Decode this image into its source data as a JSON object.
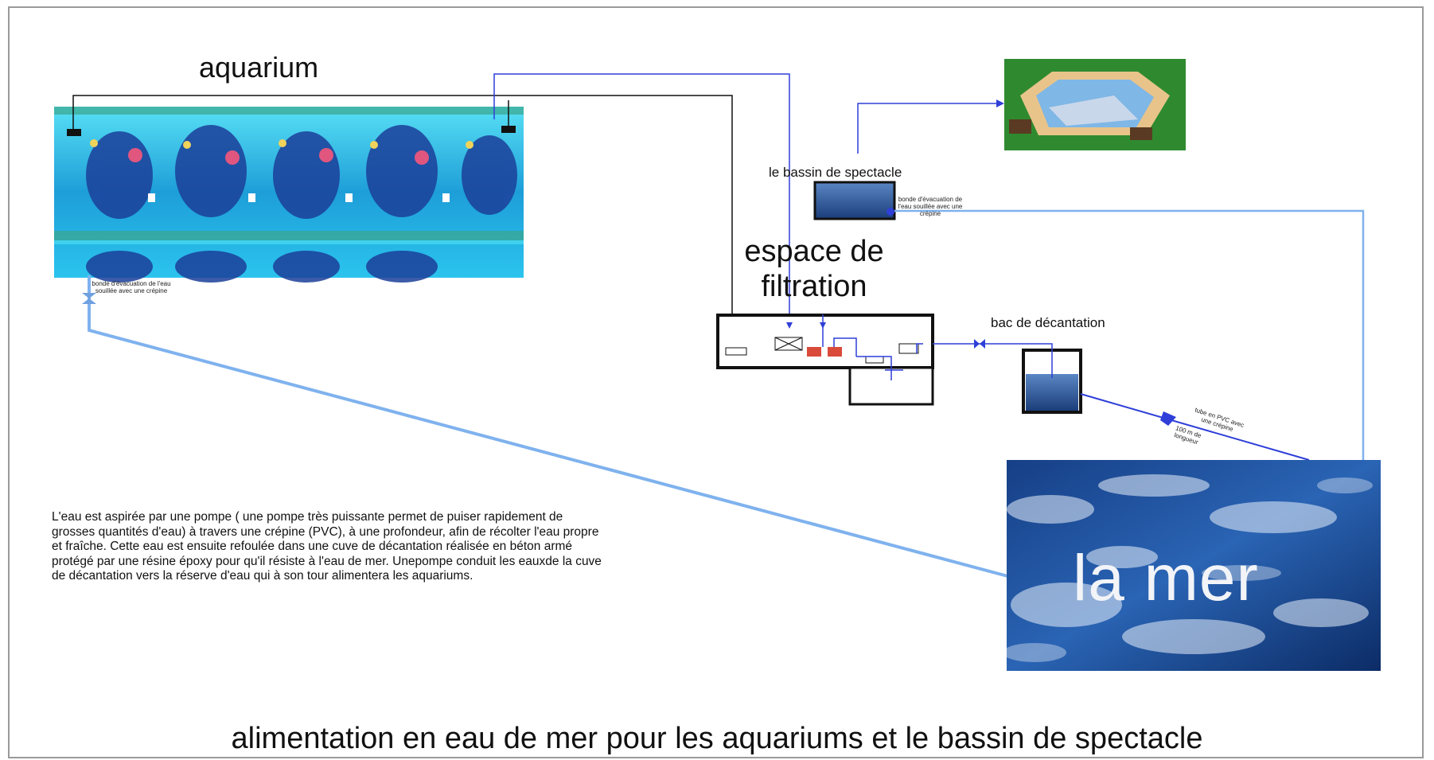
{
  "labels": {
    "aquarium": "aquarium",
    "bassin_spectacle": "le bassin de spectacle",
    "espace_filtration": "espace de filtration",
    "bac_decantation": "bac de décantation",
    "la_mer": "la mer",
    "caption": "alimentation en eau de mer pour les aquariums et le bassin de spectacle"
  },
  "small_labels": {
    "bonde_aquarium": "bonde d'évacuation de l'eau souillée avec une crépine",
    "bonde_bassin": "bonde d'évacuation de l'eau souillée avec une crépine",
    "tube_pvc": "tube en PVC avec une crépine",
    "longueur": "100 m de longueur"
  },
  "description": "L'eau est aspirée par une pompe (  une pompe très puissante permet de puiser rapidement de grosses quantités d'eau) à travers une crépine (PVC), à une profondeur, afin de récolter l'eau propre et fraîche. Cette eau est ensuite refoulée dans une cuve de décantation réalisée en béton armé protégé par une résine époxy pour qu'il résiste à l'eau de mer. Unepompe conduit les eauxde la cuve de décantation vers la réserve d'eau qui à son tour alimentera les aquariums.",
  "colors": {
    "pipe_dark_blue": "#2f3fd8",
    "pipe_light_blue": "#7fb2ee",
    "black_pipe": "#111111",
    "aquarium_water": "#22b8e8",
    "sea_dark": "#0f3f85",
    "sea_foam": "#e8f0fb",
    "pool_green": "#2f8a2f",
    "frame_gray": "#9a9a9a"
  }
}
